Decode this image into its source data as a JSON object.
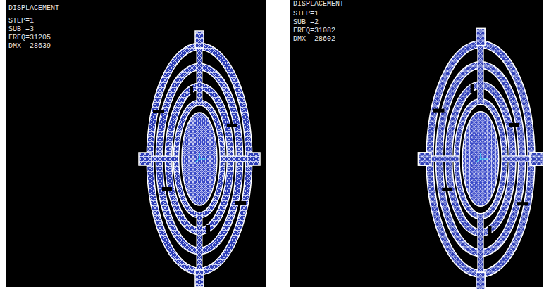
{
  "diagram": {
    "labels": [
      "DISPLACEMENT",
      "STEP=1",
      "SUB =3",
      "FREQ=31205",
      "DMX =28639",
      "DISPLACEMENT",
      "STEP=1",
      "SUB =2",
      "FREQ=31082",
      "DMX =28602"
    ]
  }
}
